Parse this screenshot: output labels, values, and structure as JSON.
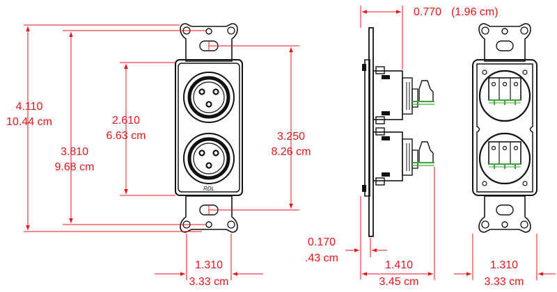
{
  "front_view": {
    "overall_height": {
      "inches": "4.110",
      "cm": "10.44 cm"
    },
    "screw_spacing": {
      "inches": "3.810",
      "cm": "9.68 cm"
    },
    "connector_spacing": {
      "inches": "2.610",
      "cm": "6.63 cm"
    },
    "plate_height": {
      "inches": "3.250",
      "cm": "8.26 cm"
    },
    "plate_width": {
      "inches": "1.310",
      "cm": "3.33 cm"
    },
    "brand_label": "RDL"
  },
  "side_view": {
    "overall_depth": {
      "inches": "0.770",
      "cm": "(1.96 cm)"
    },
    "plate_thickness": {
      "inches": "0.170",
      "cm": ".43 cm"
    },
    "body_depth": {
      "inches": "1.410",
      "cm": "3.45 cm"
    }
  },
  "rear_view": {
    "plate_width": {
      "inches": "1.310",
      "cm": "3.33 cm"
    }
  },
  "colors": {
    "dimension": "#e8141b",
    "outline": "#111111",
    "terminal": "#3aa63a"
  }
}
